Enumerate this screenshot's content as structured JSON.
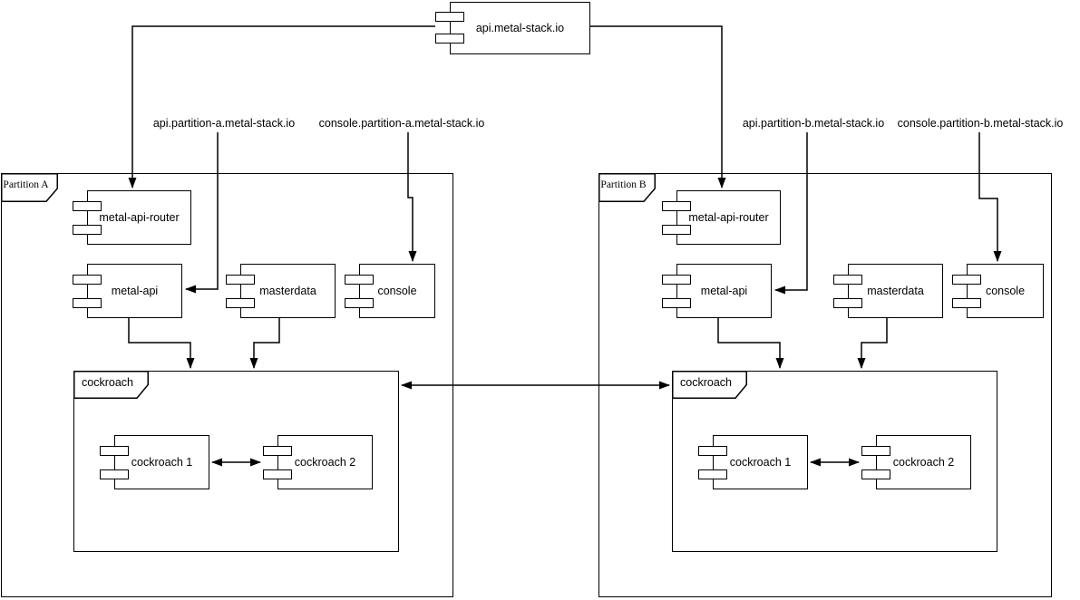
{
  "colors": {
    "background": "#ffffff",
    "stroke": "#000000",
    "text": "#000000"
  },
  "root_component": {
    "label": "api.metal-stack.io"
  },
  "dns_labels": {
    "api_a": "api.partition-a.metal-stack.io",
    "console_a": "console.partition-a.metal-stack.io",
    "api_b": "api.partition-b.metal-stack.io",
    "console_b": "console.partition-b.metal-stack.io"
  },
  "partitions": [
    {
      "label": "Partition A",
      "components": {
        "router": "metal-api-router",
        "api": "metal-api",
        "masterdata": "masterdata",
        "console": "console"
      },
      "database": {
        "label": "cockroach",
        "node1": "cockroach 1",
        "node2": "cockroach 2"
      }
    },
    {
      "label": "Partition B",
      "components": {
        "router": "metal-api-router",
        "api": "metal-api",
        "masterdata": "masterdata",
        "console": "console"
      },
      "database": {
        "label": "cockroach",
        "node1": "cockroach 1",
        "node2": "cockroach 2"
      }
    }
  ]
}
